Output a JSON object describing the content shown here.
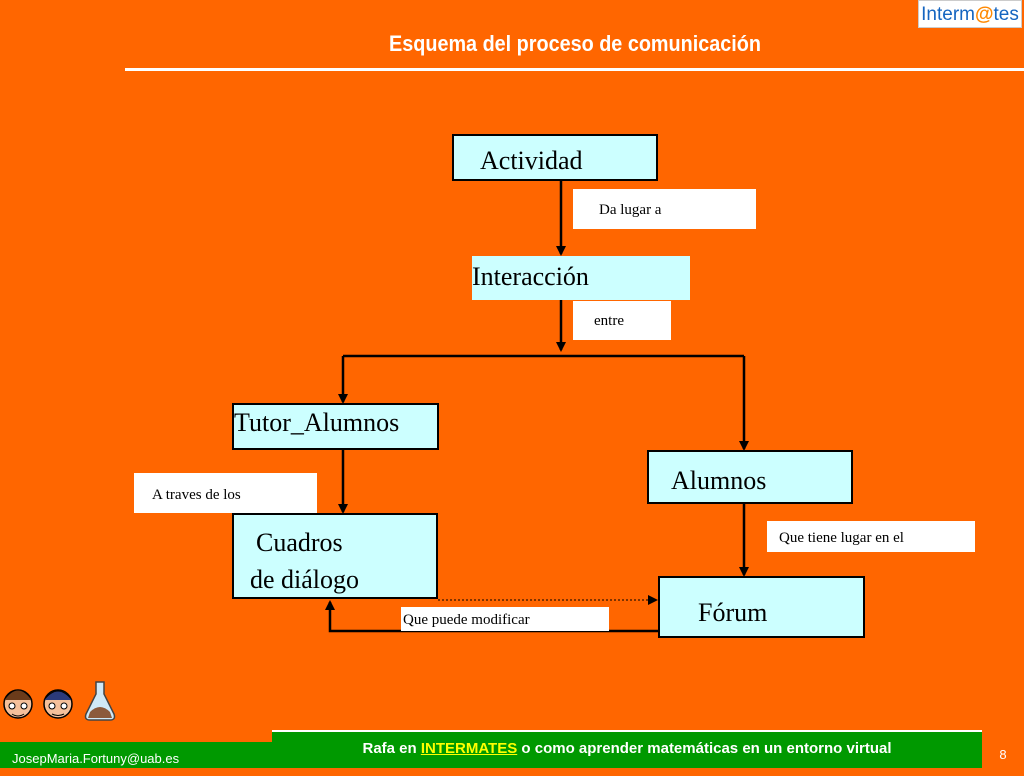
{
  "header": {
    "title": "Esquema del proceso de comunicación",
    "logo_prefix": "Interm",
    "logo_at": "@",
    "logo_suffix": "tes"
  },
  "diagram": {
    "nodes": {
      "actividad": "Actividad",
      "interaccion": "Interacción",
      "tutor_alumnos": "Tutor_Alumnos",
      "alumnos": "Alumnos",
      "cuadros_line1": "Cuadros",
      "cuadros_line2": "de diálogo",
      "forum": "Fórum"
    },
    "edge_labels": {
      "da_lugar": "Da  lugar a",
      "entre": "entre",
      "a_traves": "A traves de los",
      "que_tiene": "Que tiene lugar en el",
      "que_puede": "Que puede modificar"
    }
  },
  "footer": {
    "email": "JosepMaria.Fortuny@uab.es",
    "prefix": "Rafa en ",
    "link": "INTERMATES",
    "suffix": " o como aprender matemáticas en un entorno virtual",
    "page_number": "8"
  },
  "colors": {
    "background": "#FF6600",
    "node_fill": "#CCFFFF",
    "footer_green": "#009900",
    "link_yellow": "#FFFF00"
  }
}
